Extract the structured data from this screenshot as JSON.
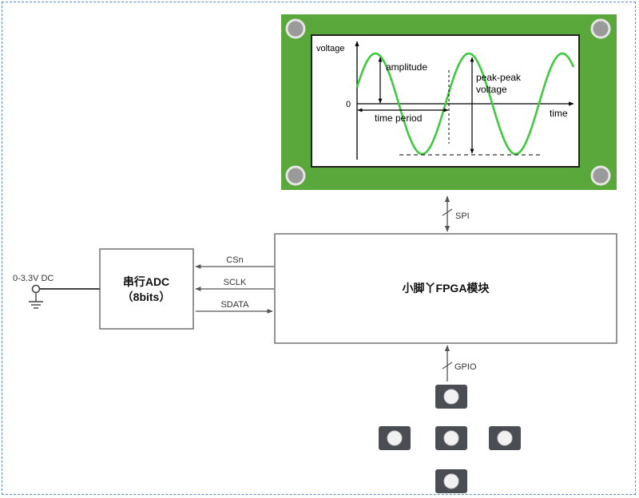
{
  "lcd": {
    "y_axis": "voltage",
    "x_axis": "time",
    "zero": "0",
    "amplitude": "amplitude",
    "peak_line1": "peak-peak",
    "peak_line2": "voltage",
    "period": "time period",
    "wave_color": "#3ec93e",
    "pcb_color": "#5aa83b"
  },
  "fpga": {
    "label": "小脚丫FPGA模块"
  },
  "adc": {
    "line1": "串行ADC",
    "line2": "（8bits）"
  },
  "signals": {
    "csn": "CSn",
    "sclk": "SCLK",
    "sdata": "SDATA"
  },
  "buses": {
    "spi": "SPI",
    "gpio": "GPIO"
  },
  "input": {
    "label": "0-3.3V DC"
  },
  "buttons": {
    "count": 5
  }
}
